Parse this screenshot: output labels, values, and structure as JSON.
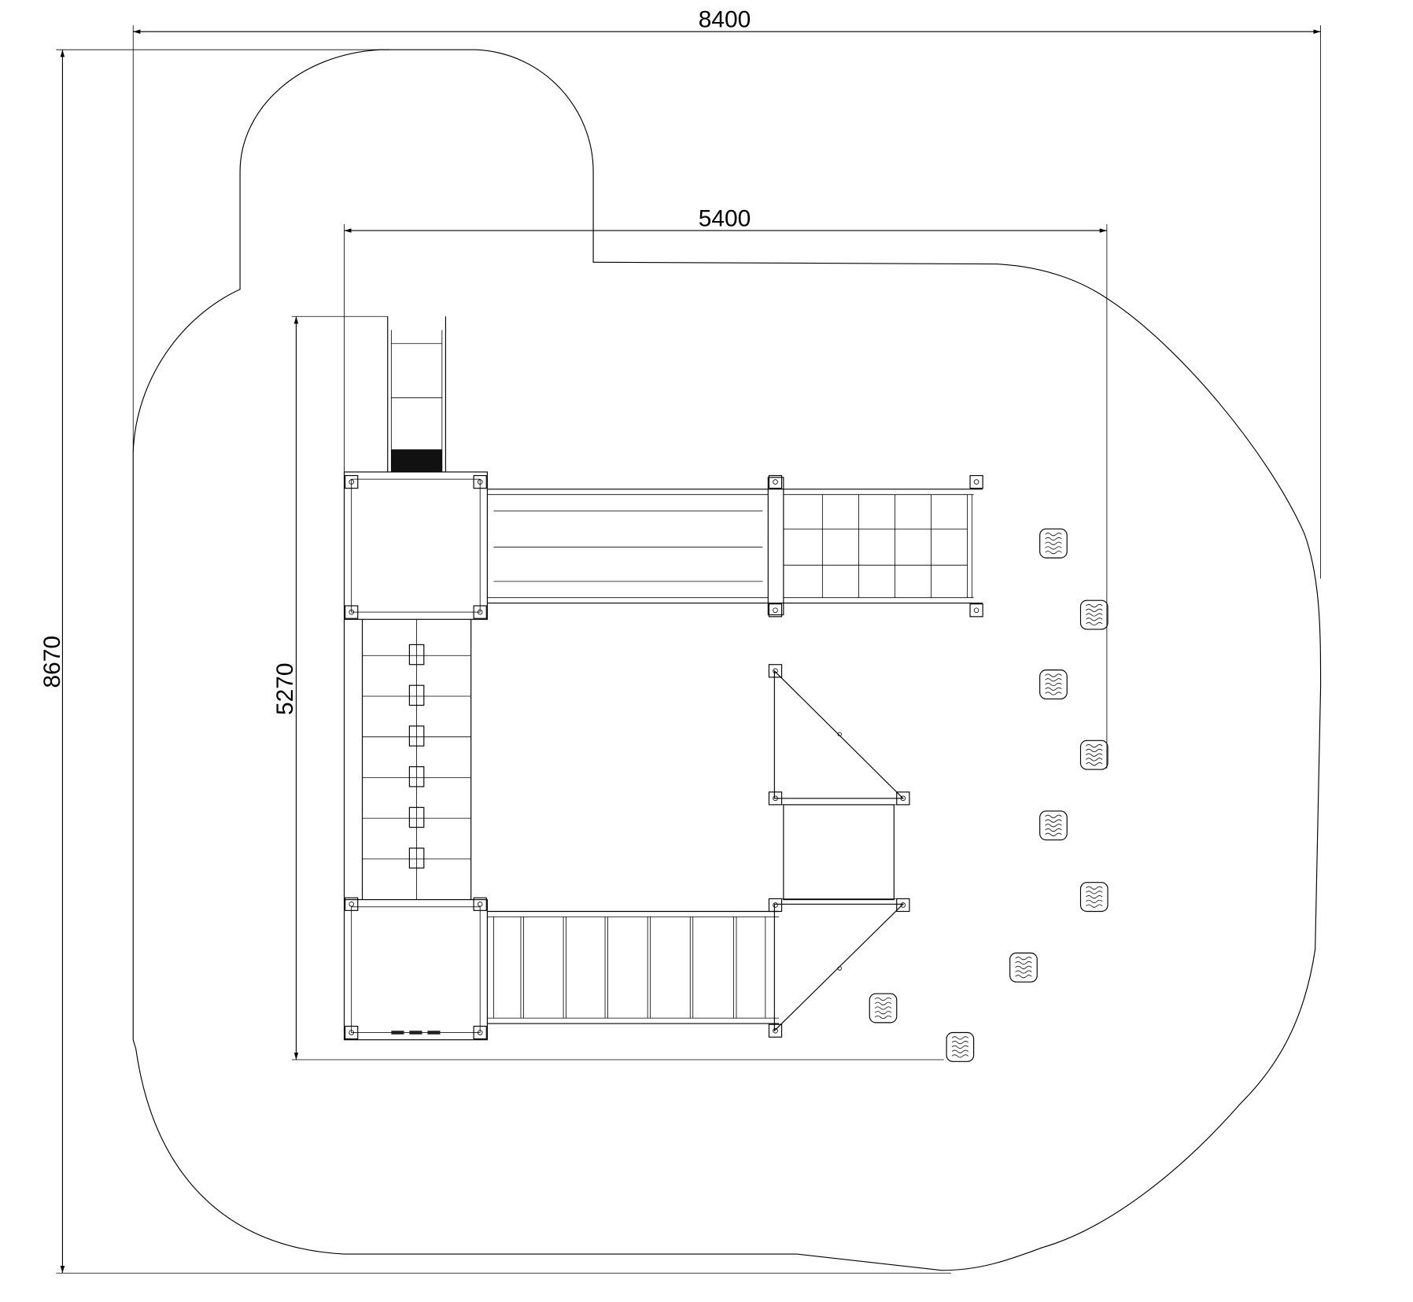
{
  "dimensions": {
    "overall_width": "8400",
    "overall_depth": "8670",
    "structure_width": "5400",
    "structure_depth": "5270"
  },
  "stepping_stone_count": 9
}
